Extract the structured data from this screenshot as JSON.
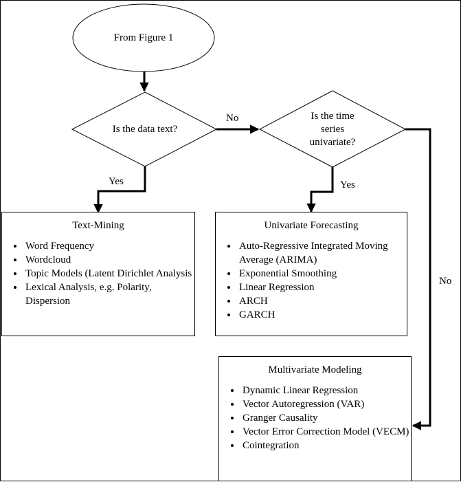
{
  "start_node": {
    "label": "From Figure 1"
  },
  "decision_text": {
    "label": "Is the data text?"
  },
  "decision_univariate": {
    "lines": [
      "Is the time",
      "series",
      "univariate?"
    ]
  },
  "edge_labels": {
    "text_no": "No",
    "text_yes": "Yes",
    "univariate_yes": "Yes",
    "univariate_no": "No"
  },
  "text_mining": {
    "title": "Text-Mining",
    "items": [
      "Word Frequency",
      "Wordcloud",
      "Topic Models (Latent Dirichlet Analysis",
      "Lexical Analysis, e.g. Polarity, Dispersion"
    ]
  },
  "univariate_forecasting": {
    "title": "Univariate Forecasting",
    "items": [
      "Auto-Regressive Integrated Moving Average (ARIMA)",
      "Exponential Smoothing",
      "Linear Regression",
      "ARCH",
      "GARCH"
    ]
  },
  "multivariate_modeling": {
    "title": "Multivariate Modeling",
    "items": [
      "Dynamic Linear Regression",
      "Vector Autoregression (VAR)",
      "Granger Causality",
      "Vector Error Correction Model (VECM)",
      "Cointegration"
    ]
  }
}
